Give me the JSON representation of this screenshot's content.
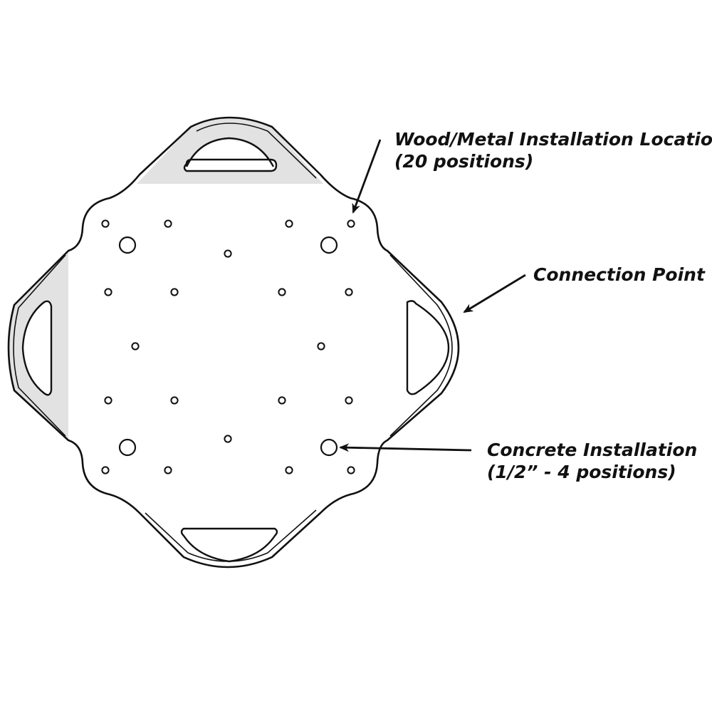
{
  "colors": {
    "outline": "#111111",
    "plate_fill": "#ffffff",
    "highlight_fill": "#e2e2e2",
    "background": "#ffffff"
  },
  "callouts": {
    "wood_metal": {
      "line1": "Wood/Metal Installation Location",
      "line2": "(20 positions)"
    },
    "connection_point": {
      "line1": "Connection Point"
    },
    "concrete": {
      "line1": "Concrete Installation",
      "line2": "(1/2” - 4 positions)"
    }
  },
  "hole_counts": {
    "wood_metal_small_holes": 20,
    "concrete_large_holes": 4
  }
}
